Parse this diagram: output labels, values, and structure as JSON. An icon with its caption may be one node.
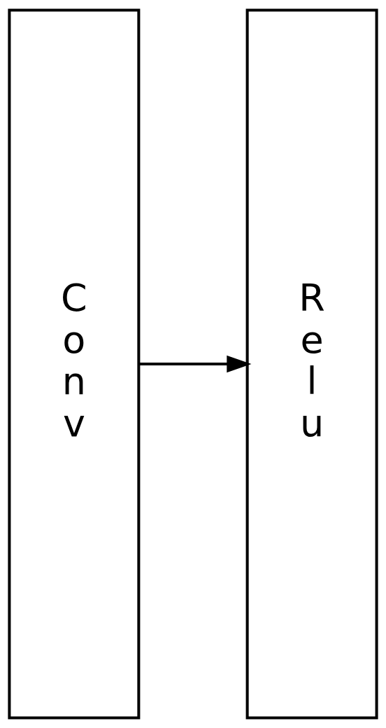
{
  "diagram": {
    "nodes": [
      {
        "text": [
          "Conv"
        ]
      },
      {
        "text": [
          "Relu"
        ]
      }
    ],
    "edges": [
      {
        "from": 0,
        "to": 1,
        "arrow": "to"
      }
    ]
  }
}
